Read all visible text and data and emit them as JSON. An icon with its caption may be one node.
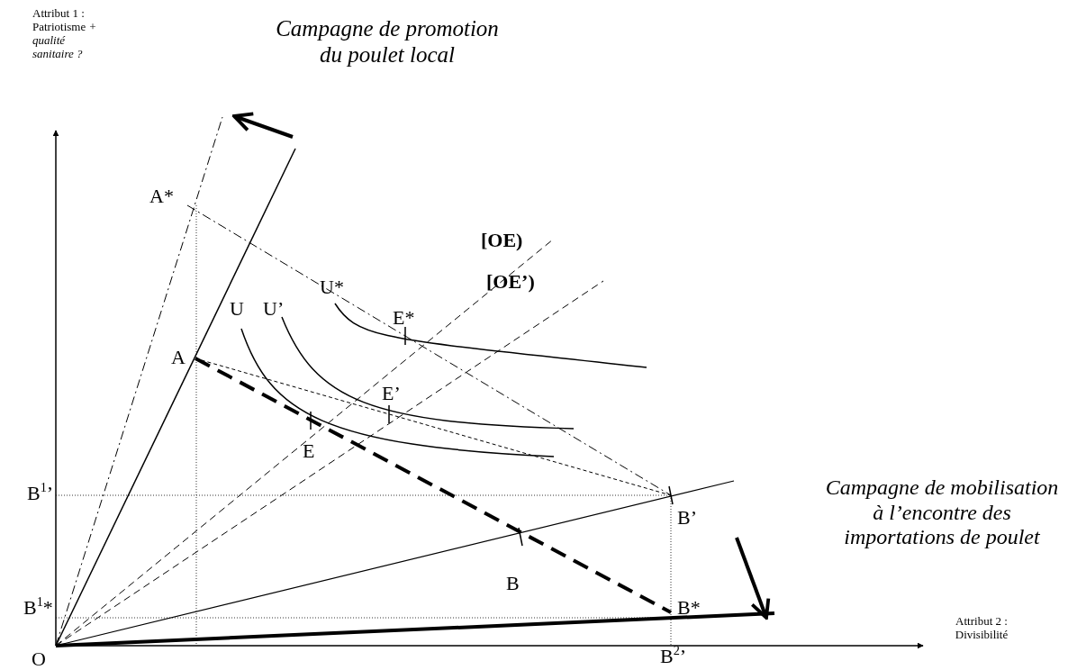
{
  "diagram": {
    "labels": [
      "Attribut 1 : Patriotisme *+ qualité sanitaire ?*",
      "Campagne de promotion du poulet local",
      "A*",
      "U*",
      "[OE)",
      "E*",
      "U",
      "U’",
      "[OE’)",
      "A",
      "E’",
      "E",
      "Campagne de mobilisation à l’encontre des importations de poulet",
      "B$^{1}$’",
      "B’",
      "B",
      "B$^{1}$*",
      "B*",
      "Attribut 2 : Divisibilité",
      "O",
      "B$^{2}$’"
    ]
  }
}
